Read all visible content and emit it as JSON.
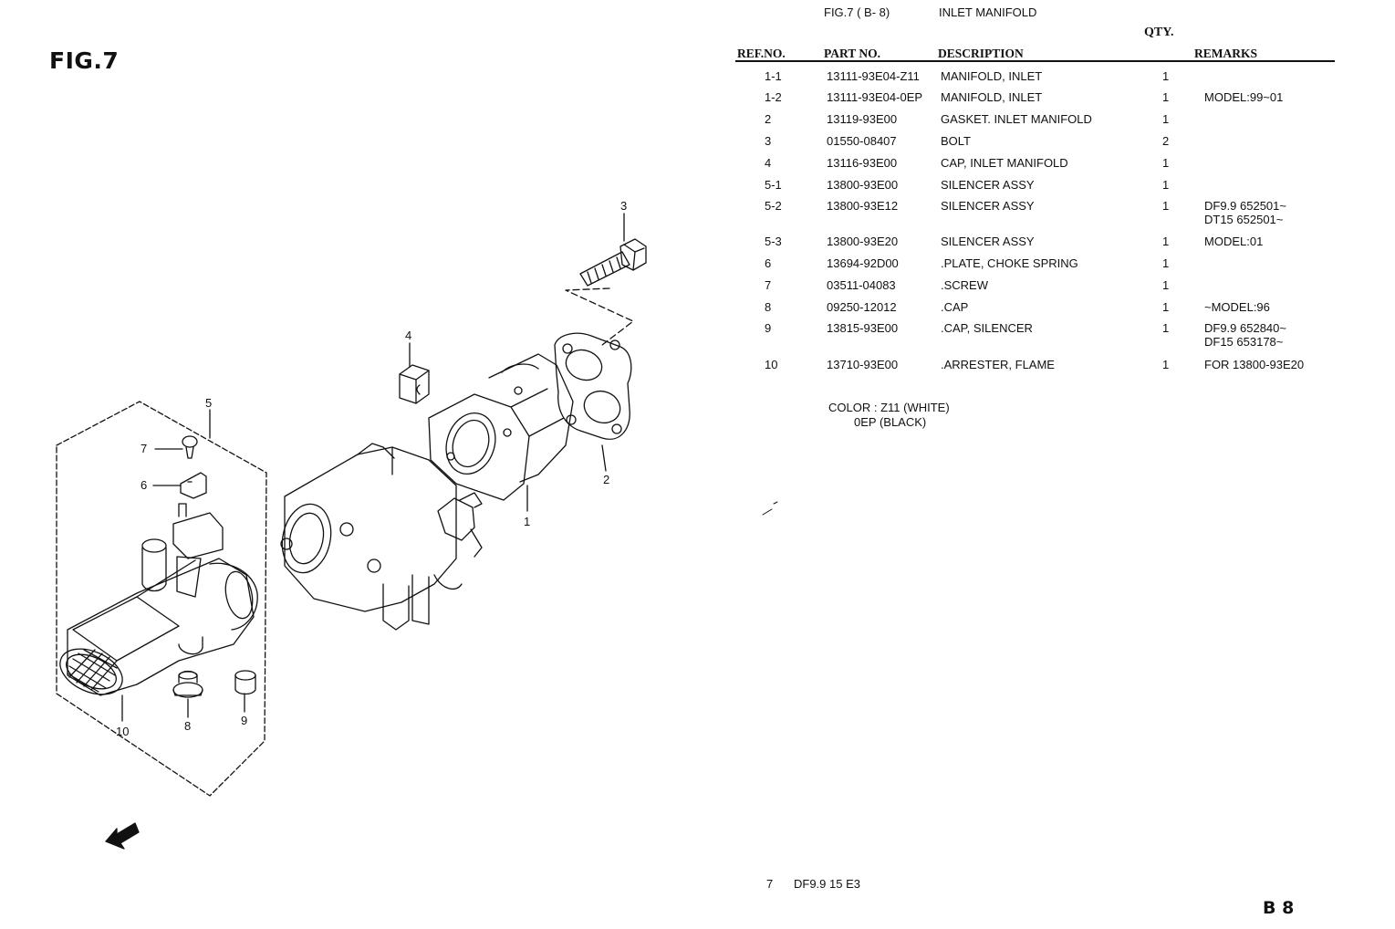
{
  "page": {
    "fig_label": "FIG.7",
    "header_fig": "FIG.7 ( B- 8)",
    "header_title": "INLET MANIFOLD"
  },
  "table": {
    "col_ref": "REF.NO.",
    "col_part": "PART NO.",
    "col_desc": "DESCRIPTION",
    "col_qty": "QTY.",
    "col_remarks": "REMARKS",
    "rows": [
      {
        "ref": "1-1",
        "part": "13111-93E04-Z11",
        "desc": "MANIFOLD, INLET",
        "qty": "1",
        "rem1": "",
        "rem2": ""
      },
      {
        "ref": "1-2",
        "part": "13111-93E04-0EP",
        "desc": "MANIFOLD, INLET",
        "qty": "1",
        "rem1": "MODEL:99~01",
        "rem2": ""
      },
      {
        "ref": "2",
        "part": "13119-93E00",
        "desc": "GASKET. INLET MANIFOLD",
        "qty": "1",
        "rem1": "",
        "rem2": ""
      },
      {
        "ref": "3",
        "part": "01550-08407",
        "desc": "BOLT",
        "qty": "2",
        "rem1": "",
        "rem2": ""
      },
      {
        "ref": "4",
        "part": "13116-93E00",
        "desc": "CAP, INLET MANIFOLD",
        "qty": "1",
        "rem1": "",
        "rem2": ""
      },
      {
        "ref": "5-1",
        "part": "13800-93E00",
        "desc": "SILENCER ASSY",
        "qty": "1",
        "rem1": "",
        "rem2": ""
      },
      {
        "ref": "5-2",
        "part": "13800-93E12",
        "desc": "SILENCER ASSY",
        "qty": "1",
        "rem1": "DF9.9 652501~",
        "rem2": "DT15 652501~"
      },
      {
        "ref": "5-3",
        "part": "13800-93E20",
        "desc": "SILENCER ASSY",
        "qty": "1",
        "rem1": "MODEL:01",
        "rem2": ""
      },
      {
        "ref": "6",
        "part": "13694-92D00",
        "desc": ".PLATE, CHOKE SPRING",
        "qty": "1",
        "rem1": "",
        "rem2": ""
      },
      {
        "ref": "7",
        "part": "03511-04083",
        "desc": ".SCREW",
        "qty": "1",
        "rem1": "",
        "rem2": ""
      },
      {
        "ref": "8",
        "part": "09250-12012",
        "desc": ".CAP",
        "qty": "1",
        "rem1": "~MODEL:96",
        "rem2": ""
      },
      {
        "ref": "9",
        "part": "13815-93E00",
        "desc": ".CAP, SILENCER",
        "qty": "1",
        "rem1": "DF9.9 652840~",
        "rem2": "DF15 653178~"
      },
      {
        "ref": "10",
        "part": "13710-93E00",
        "desc": ".ARRESTER, FLAME",
        "qty": "1",
        "rem1": "FOR 13800-93E20",
        "rem2": ""
      }
    ]
  },
  "color_note": {
    "line1": "COLOR : Z11 (WHITE)",
    "line2": "0EP (BLACK)"
  },
  "diagram": {
    "callouts": [
      "1",
      "2",
      "3",
      "4",
      "5",
      "6",
      "7",
      "8",
      "9",
      "10"
    ]
  },
  "footer": {
    "page_num": "7",
    "model": "DF9.9 15  E3",
    "section": "B 8"
  }
}
